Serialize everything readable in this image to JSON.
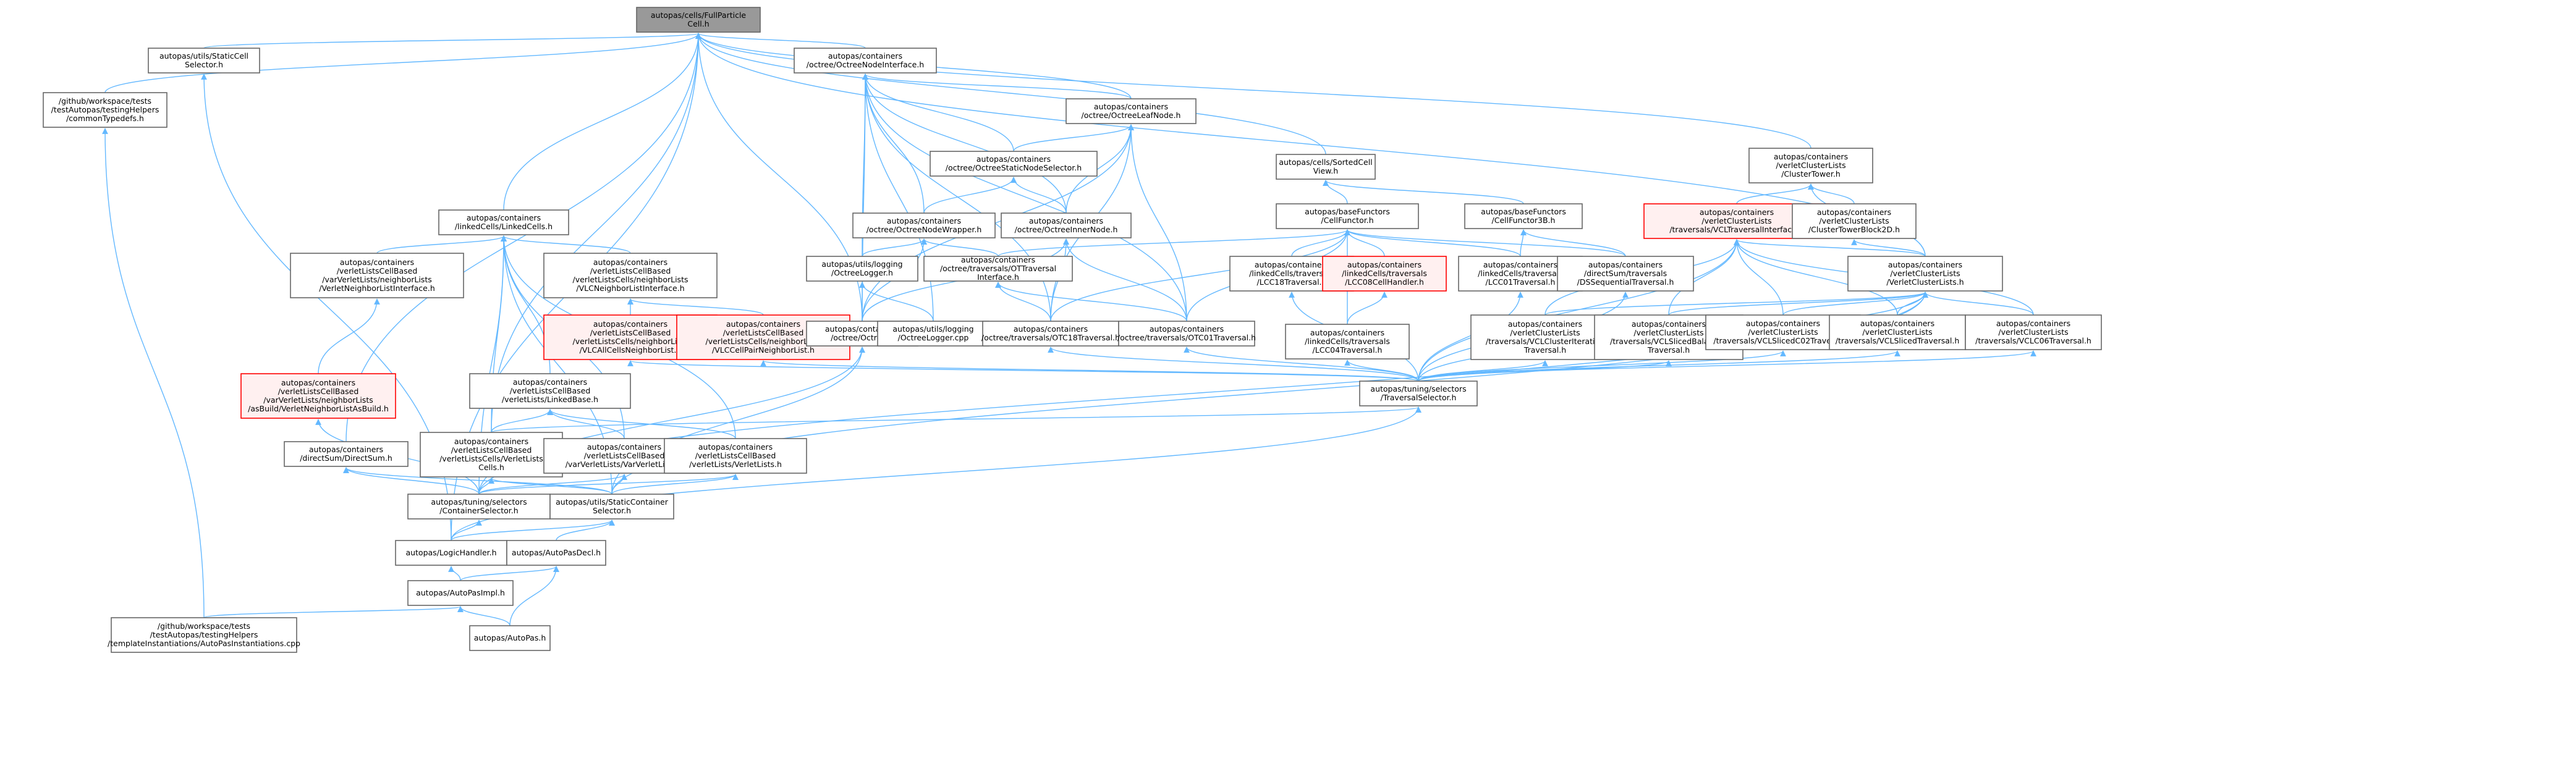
{
  "colors": {
    "edge": "#63b8ff",
    "node_border": "#666666",
    "root_fill": "#999999",
    "red_border": "#ff0000"
  },
  "nodes": [
    {
      "id": "n0",
      "lines": [
        "autopas/cells/FullParticle",
        "Cell.h"
      ],
      "type": "root"
    },
    {
      "id": "n1",
      "lines": [
        "/github/workspace/tests",
        "/testAutopas/testingHelpers",
        "/commonTypedefs.h"
      ]
    },
    {
      "id": "n2",
      "lines": [
        "autopas/utils/StaticCell",
        "Selector.h"
      ]
    },
    {
      "id": "n3",
      "lines": [
        "autopas/containers",
        "/octree/OctreeNodeInterface.h"
      ]
    },
    {
      "id": "n4",
      "lines": [
        "autopas/containers",
        "/octree/OctreeLeafNode.h"
      ]
    },
    {
      "id": "n5",
      "lines": [
        "autopas/cells/SortedCell",
        "View.h"
      ]
    },
    {
      "id": "n6",
      "lines": [
        "autopas/containers",
        "/verletClusterLists",
        "/ClusterTower.h"
      ]
    },
    {
      "id": "n7",
      "lines": [
        "autopas/containers",
        "/octree/OctreeStaticNodeSelector.h"
      ]
    },
    {
      "id": "n8",
      "lines": [
        "autopas/baseFunctors",
        "/CellFunctor.h"
      ]
    },
    {
      "id": "n9",
      "lines": [
        "autopas/baseFunctors",
        "/CellFunctor3B.h"
      ]
    },
    {
      "id": "n10",
      "lines": [
        "autopas/containers",
        "/verletClusterLists",
        "/traversals/VCLTraversalInterface.h"
      ],
      "type": "red"
    },
    {
      "id": "n11",
      "lines": [
        "autopas/containers",
        "/verletClusterLists",
        "/ClusterTowerBlock2D.h"
      ]
    },
    {
      "id": "n12",
      "lines": [
        "autopas/containers",
        "/linkedCells/LinkedCells.h"
      ]
    },
    {
      "id": "n13",
      "lines": [
        "autopas/containers",
        "/octree/OctreeNodeWrapper.h"
      ]
    },
    {
      "id": "n14",
      "lines": [
        "autopas/containers",
        "/octree/OctreeInnerNode.h"
      ]
    },
    {
      "id": "n15",
      "lines": [
        "autopas/containers",
        "/verletListsCellBased",
        "/varVerletLists/neighborLists",
        "/VerletNeighborListInterface.h"
      ]
    },
    {
      "id": "n16",
      "lines": [
        "autopas/containers",
        "/verletListsCellBased",
        "/verletListsCells/neighborLists",
        "/VLCNeighborListInterface.h"
      ]
    },
    {
      "id": "n17",
      "lines": [
        "autopas/utils/logging",
        "/OctreeLogger.h"
      ]
    },
    {
      "id": "n18",
      "lines": [
        "autopas/containers",
        "/octree/traversals/OTTraversal",
        "Interface.h"
      ]
    },
    {
      "id": "n19",
      "lines": [
        "autopas/containers",
        "/linkedCells/traversals",
        "/LCC18Traversal.h"
      ]
    },
    {
      "id": "n20",
      "lines": [
        "autopas/containers",
        "/linkedCells/traversals",
        "/LCC08CellHandler.h"
      ],
      "type": "red"
    },
    {
      "id": "n21",
      "lines": [
        "autopas/containers",
        "/linkedCells/traversals",
        "/LCC01Traversal.h"
      ]
    },
    {
      "id": "n22",
      "lines": [
        "autopas/containers",
        "/directSum/traversals",
        "/DSSequentialTraversal.h"
      ]
    },
    {
      "id": "n23",
      "lines": [
        "autopas/containers",
        "/verletClusterLists",
        "/VerletClusterLists.h"
      ]
    },
    {
      "id": "n24",
      "lines": [
        "autopas/containers",
        "/verletListsCellBased",
        "/verletListsCells/neighborLists",
        "/VLCAllCellsNeighborList.h"
      ],
      "type": "red"
    },
    {
      "id": "n25",
      "lines": [
        "autopas/containers",
        "/verletListsCellBased",
        "/verletListsCells/neighborLists",
        "/VLCCellPairNeighborList.h"
      ],
      "type": "red"
    },
    {
      "id": "n26",
      "lines": [
        "autopas/containers",
        "/octree/Octree.h"
      ]
    },
    {
      "id": "n27",
      "lines": [
        "autopas/utils/logging",
        "/OctreeLogger.cpp"
      ]
    },
    {
      "id": "n28",
      "lines": [
        "autopas/containers",
        "/octree/traversals/OTC18Traversal.h"
      ]
    },
    {
      "id": "n29",
      "lines": [
        "autopas/containers",
        "/octree/traversals/OTC01Traversal.h"
      ]
    },
    {
      "id": "n30",
      "lines": [
        "autopas/containers",
        "/linkedCells/traversals",
        "/LCC04Traversal.h"
      ]
    },
    {
      "id": "n31",
      "lines": [
        "autopas/containers",
        "/verletClusterLists",
        "/traversals/VCLClusterIteration",
        "Traversal.h"
      ]
    },
    {
      "id": "n32",
      "lines": [
        "autopas/containers",
        "/verletClusterLists",
        "/traversals/VCLSlicedBalanced",
        "Traversal.h"
      ]
    },
    {
      "id": "n33",
      "lines": [
        "autopas/containers",
        "/verletClusterLists",
        "/traversals/VCLSlicedC02Traversal.h"
      ]
    },
    {
      "id": "n34",
      "lines": [
        "autopas/containers",
        "/verletClusterLists",
        "/traversals/VCLSlicedTraversal.h"
      ]
    },
    {
      "id": "n35",
      "lines": [
        "autopas/containers",
        "/verletClusterLists",
        "/traversals/VCLC06Traversal.h"
      ]
    },
    {
      "id": "n36",
      "lines": [
        "autopas/containers",
        "/verletListsCellBased",
        "/varVerletLists/neighborLists",
        "/asBuild/VerletNeighborListAsBuild.h"
      ],
      "type": "red"
    },
    {
      "id": "n37",
      "lines": [
        "autopas/containers",
        "/verletListsCellBased",
        "/verletLists/LinkedBase.h"
      ]
    },
    {
      "id": "n38",
      "lines": [
        "autopas/tuning/selectors",
        "/TraversalSelector.h"
      ]
    },
    {
      "id": "n39",
      "lines": [
        "autopas/containers",
        "/directSum/DirectSum.h"
      ]
    },
    {
      "id": "n40",
      "lines": [
        "autopas/containers",
        "/verletListsCellBased",
        "/verletListsCells/VerletLists",
        "Cells.h"
      ]
    },
    {
      "id": "n41",
      "lines": [
        "autopas/containers",
        "/verletListsCellBased",
        "/varVerletLists/VarVerletLists.h"
      ]
    },
    {
      "id": "n42",
      "lines": [
        "autopas/containers",
        "/verletListsCellBased",
        "/verletLists/VerletLists.h"
      ]
    },
    {
      "id": "n43",
      "lines": [
        "autopas/tuning/selectors",
        "/ContainerSelector.h"
      ]
    },
    {
      "id": "n44",
      "lines": [
        "autopas/utils/StaticContainer",
        "Selector.h"
      ]
    },
    {
      "id": "n45",
      "lines": [
        "autopas/LogicHandler.h"
      ]
    },
    {
      "id": "n46",
      "lines": [
        "autopas/AutoPasDecl.h"
      ]
    },
    {
      "id": "n47",
      "lines": [
        "autopas/AutoPasImpl.h"
      ]
    },
    {
      "id": "n48",
      "lines": [
        "/github/workspace/tests",
        "/testAutopas/testingHelpers",
        "/templateInstantiations/AutoPasInstantiations.cpp"
      ]
    },
    {
      "id": "n49",
      "lines": [
        "autopas/AutoPas.h"
      ]
    }
  ]
}
